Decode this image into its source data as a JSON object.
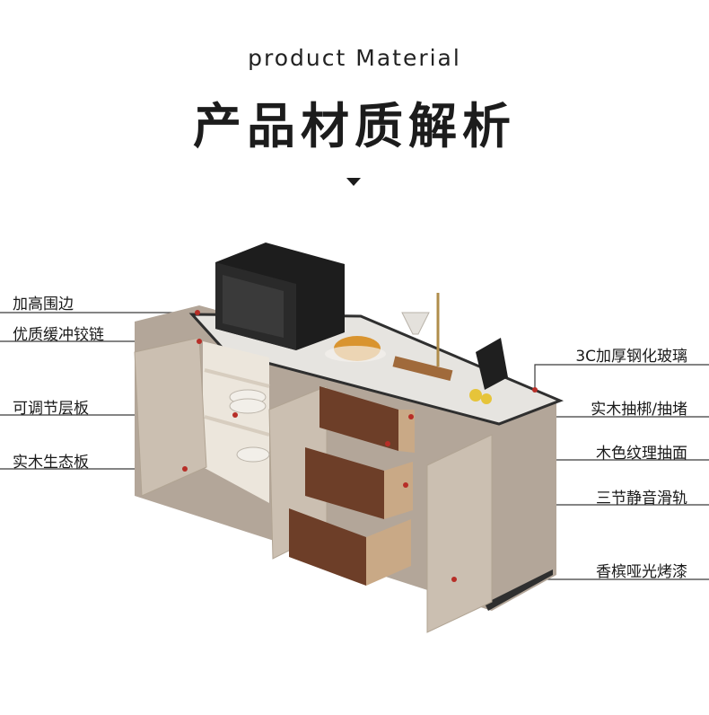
{
  "header": {
    "subtitle": "product Material",
    "title": "产品材质解析"
  },
  "callouts": {
    "left": [
      "加高围边",
      "优质缓冲铰链",
      "可调节层板",
      "实木生态板"
    ],
    "right": [
      "3C加厚钢化玻璃",
      "实木抽梆/抽堵",
      "木色纹理抽面",
      "三节静音滑轨",
      "香槟哑光烤漆"
    ]
  },
  "colors": {
    "cabinet_door": "#cbbfb1",
    "cabinet_body": "#b3a699",
    "countertop": "#e6e4e0",
    "trim": "#2f2f2f",
    "drawer_wood": "#6d3e28",
    "marker": "#b72e27"
  }
}
